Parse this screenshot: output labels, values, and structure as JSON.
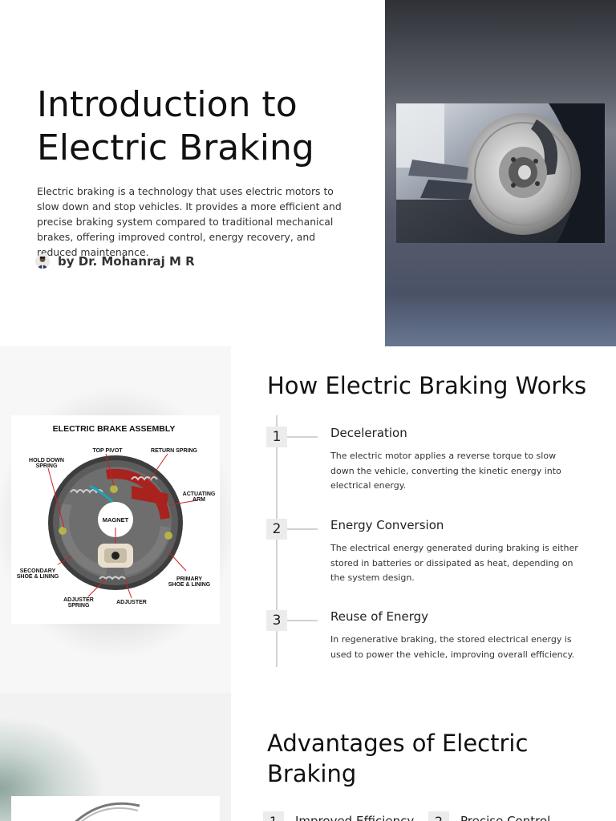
{
  "slide1": {
    "title": "Introduction to Electric Braking",
    "description": " Electric braking is a technology that uses electric motors to slow down and stop vehicles. It provides a more efficient and precise braking system compared to traditional mechanical brakes, offering improved control, energy recovery, and reduced maintenance.",
    "author": "by Dr. Mohanraj M R"
  },
  "slide2": {
    "heading": "How Electric Braking Works",
    "diagram": {
      "title": "ELECTRIC BRAKE ASSEMBLY",
      "labels": {
        "hold_down_spring_1": "HOLD DOWN",
        "hold_down_spring_2": "SPRING",
        "top_pivot": "TOP PIVOT",
        "return_spring": "RETURN SPRING",
        "actuating_arm_1": "ACTUATING",
        "actuating_arm_2": "ARM",
        "magnet": "MAGNET",
        "secondary_1": "SECONDARY",
        "secondary_2": "SHOE & LINING",
        "primary_1": "PRIMARY",
        "primary_2": "SHOE & LINING",
        "adjuster_spring_1": "ADJUSTER",
        "adjuster_spring_2": "SPRING",
        "adjuster": "ADJUSTER"
      }
    },
    "steps": [
      {
        "number": "1",
        "title": "Deceleration",
        "text": "The electric motor applies a reverse torque to slow down the vehicle, converting the kinetic energy into electrical energy."
      },
      {
        "number": "2",
        "title": "Energy Conversion",
        "text": "The electrical energy generated during braking is either stored in batteries or dissipated as heat, depending on the system design."
      },
      {
        "number": "3",
        "title": "Reuse of Energy",
        "text": "In regenerative braking, the stored electrical energy is used to power the vehicle, improving overall efficiency."
      }
    ]
  },
  "slide3": {
    "heading": "Advantages of Electric Braking",
    "advantages": [
      {
        "number": "1",
        "title": "Improved Efficiency"
      },
      {
        "number": "2",
        "title": "Precise Control"
      }
    ]
  },
  "colors": {
    "number_badge_bg": "#ececec",
    "timeline_line": "#d2d2d2",
    "brake_shoe_red": "#a8221e"
  },
  "icons": [
    "author-avatar",
    "brake-disc-photo",
    "brake-assembly-diagram"
  ]
}
